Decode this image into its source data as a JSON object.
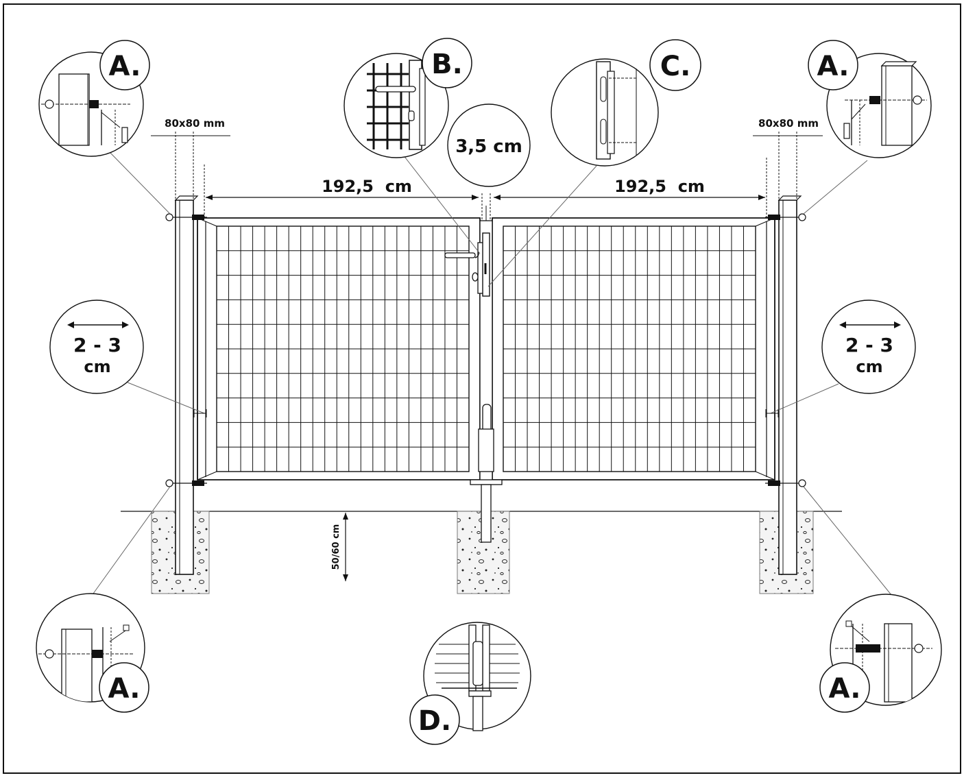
{
  "labels": {
    "post_size_left": "80x80 mm",
    "post_size_right": "80x80 mm",
    "width_left": "192,5  cm",
    "width_right": "192,5  cm",
    "center_gap": "3,5 cm",
    "side_gap_left_top": "2 - 3",
    "side_gap_left_bottom": "cm",
    "side_gap_right_top": "2 - 3",
    "side_gap_right_bottom": "cm",
    "depth": "50/60 cm"
  },
  "details": {
    "a_top_left": "A.",
    "b": "B.",
    "c": "C.",
    "a_top_right": "A.",
    "a_bottom_left": "A.",
    "d": "D.",
    "a_bottom_right": "A."
  },
  "colors": {
    "line": "#111111",
    "background": "#ffffff",
    "concrete": "#f2f2f2"
  }
}
